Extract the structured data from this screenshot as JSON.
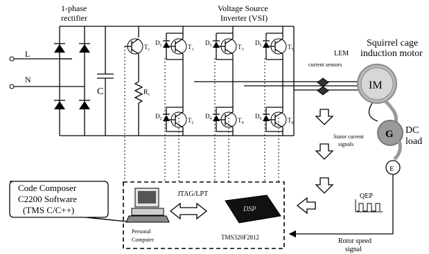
{
  "labels": {
    "rectifier_line1": "1-phase",
    "rectifier_line2": "rectifier",
    "vsi_line1": "Voltage Source",
    "vsi_line2": "Inverter (VSI)",
    "motor_line1": "Squirrel cage",
    "motor_line2": "induction motor",
    "lem_line1": "LEM",
    "lem_line2": "current sensors",
    "motor_symbol": "IM",
    "generator_symbol": "G",
    "dc_line1": "DC",
    "dc_line2": "load",
    "encoder_symbol": "E",
    "line_L": "L",
    "line_N": "N",
    "capacitor": "C",
    "brake_resistor": "R",
    "brake_resistor_sub": "c",
    "brake_transistor": "T",
    "brake_transistor_sub": "c",
    "stator_line1": "Stator current",
    "stator_line2": "signals",
    "qep": "QEP",
    "rotor_line1": "Rotor speed",
    "rotor_line2": "signal",
    "ccs_line1": "Code Composer",
    "ccs_line2": "C2200 Software",
    "ccs_line3": "(TMS C/C++)",
    "jtag": "JTAG/LPT",
    "pc_line1": "Personal",
    "pc_line2": "Computer",
    "dsp_chip": "DSP",
    "dsp_part": "TMS320F2812"
  },
  "switches": [
    {
      "d": "D",
      "ds": "1",
      "t": "T",
      "ts": "1"
    },
    {
      "d": "D",
      "ds": "3",
      "t": "T",
      "ts": "3"
    },
    {
      "d": "D",
      "ds": "5",
      "t": "T",
      "ts": "5"
    },
    {
      "d": "D",
      "ds": "2",
      "t": "T",
      "ts": "2"
    },
    {
      "d": "D",
      "ds": "4",
      "t": "T",
      "ts": "4"
    },
    {
      "d": "D",
      "ds": "6",
      "t": "T",
      "ts": "6"
    }
  ]
}
